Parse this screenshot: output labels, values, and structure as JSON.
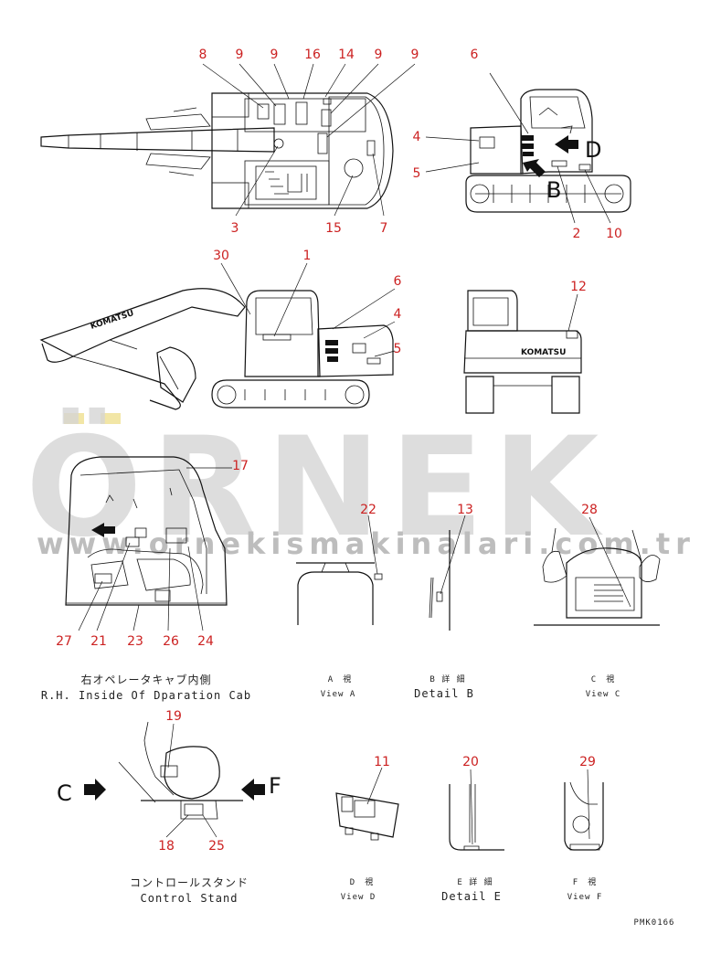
{
  "colors": {
    "callout": "#cc2222",
    "ink": "#111111",
    "watermark": "#d0d0d0",
    "watermark_dot": "#f2e6a6"
  },
  "watermark": {
    "brand": "ÖRNEK",
    "site": "www.ornekismakinalari.com.tr"
  },
  "callouts": {
    "top_view": [
      "8",
      "9",
      "9",
      "16",
      "14",
      "9",
      "9",
      "3",
      "15",
      "7"
    ],
    "rear_view": [
      "6",
      "4",
      "5",
      "2",
      "10"
    ],
    "side_view": [
      "30",
      "1",
      "6",
      "4",
      "5"
    ],
    "back_view": [
      "12"
    ],
    "cab_view": [
      "17",
      "27",
      "21",
      "23",
      "26",
      "24"
    ],
    "view_a": [
      "22"
    ],
    "detail_b": [
      "13"
    ],
    "view_c": [
      "28"
    ],
    "control_stand": [
      "19",
      "18",
      "25"
    ],
    "view_d": [
      "11"
    ],
    "detail_e": [
      "20"
    ],
    "view_f": [
      "29"
    ]
  },
  "arrow_letters": {
    "b": "B",
    "d": "D",
    "c": "C",
    "f": "F"
  },
  "brand_decal": "KOMATSU",
  "captions": {
    "cab_jp": "右オペレータキャブ内側",
    "cab_en": "R.H. Inside Of Dparation Cab",
    "view_a_jp": "A　視",
    "view_a_en": "View A",
    "detail_b_jp": "B 詳 細",
    "detail_b_en": "Detail B",
    "view_c_jp": "C　視",
    "view_c_en": "View C",
    "stand_jp": "コントロールスタンド",
    "stand_en": "Control Stand",
    "view_d_jp": "D　視",
    "view_d_en": "View D",
    "detail_e_jp": "E 詳 細",
    "detail_e_en": "Detail E",
    "view_f_jp": "F　視",
    "view_f_en": "View F"
  },
  "drawing_code": "PMK0166"
}
